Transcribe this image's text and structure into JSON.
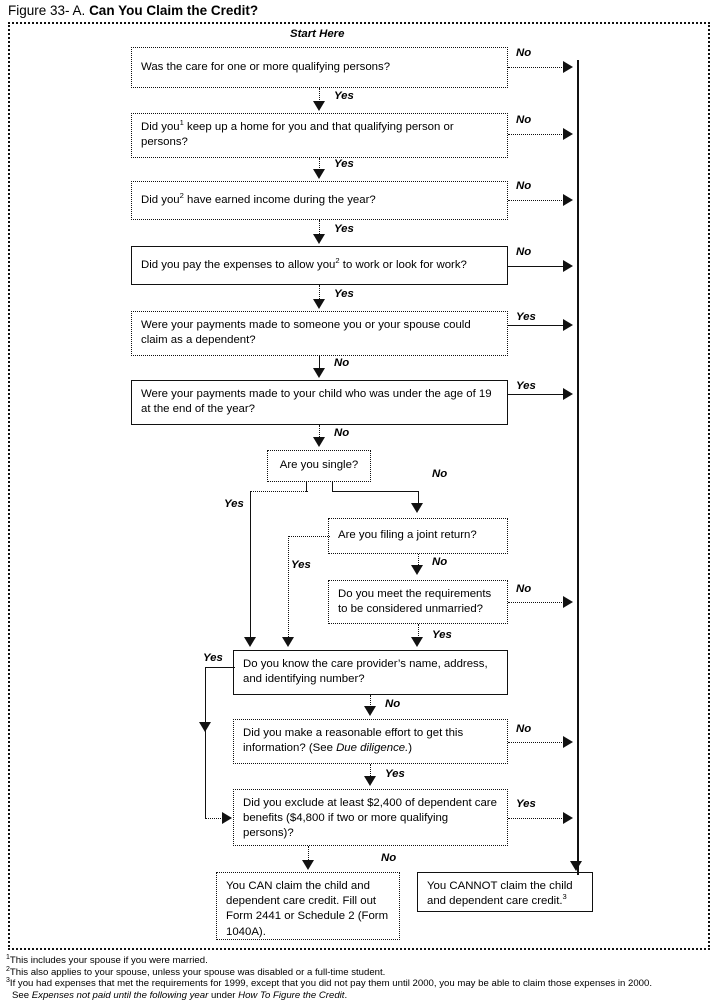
{
  "figure": {
    "label": "Figure 33- A.",
    "title": "Can You Claim the Credit?",
    "start_label": "Start Here"
  },
  "labels": {
    "yes": "Yes",
    "no": "No"
  },
  "nodes": {
    "q1": {
      "text": "Was the care for one or more qualifying persons?"
    },
    "q2": {
      "text_a": "Did you",
      "sup": "1",
      "text_b": " keep up a home for you and that qualifying person or persons?"
    },
    "q3": {
      "text_a": "Did you",
      "sup": "2",
      "text_b": " have earned income during the year?"
    },
    "q4": {
      "text_a": "Did you pay the expenses to allow you",
      "sup": "2",
      "text_b": " to work or look for work?"
    },
    "q5": {
      "text": "Were your payments made to someone you or your spouse could claim as a dependent?"
    },
    "q6": {
      "text": "Were your payments made to your child who was under the age of 19 at the end of the year?"
    },
    "q7": {
      "text": "Are you single?"
    },
    "q8": {
      "text": "Are you filing a joint return?"
    },
    "q9": {
      "text": "Do you meet the requirements to be considered unmarried?"
    },
    "q10": {
      "text": "Do you know the care provider’s name, address, and identifying number?"
    },
    "q11": {
      "text_a": "Did you make a reasonable effort to get this information? (See ",
      "italic": "Due diligence.",
      "text_b": ")"
    },
    "q12": {
      "text": "Did you exclude at least $2,400 of dependent care benefits ($4,800 if two or more qualifying persons)?"
    },
    "can": {
      "text": "You CAN claim the child and dependent care credit. Fill out Form 2441 or Schedule 2 (Form 1040A)."
    },
    "cannot": {
      "text_a": "You CANNOT claim the child and dependent care credit.",
      "sup": "3"
    }
  },
  "edges": {
    "e1_no": "No",
    "e1_yes": "Yes",
    "e2_no": "No",
    "e2_yes": "Yes",
    "e3_no": "No",
    "e3_yes": "Yes",
    "e4_no": "No",
    "e4_yes": "Yes",
    "e5_yes": "Yes",
    "e5_no": "No",
    "e6_yes": "Yes",
    "e6_no": "No",
    "e7_yes": "Yes",
    "e7_no": "No",
    "e8_yes": "Yes",
    "e8_no": "No",
    "e9_no": "No",
    "e9_yes": "Yes",
    "e10_yes": "Yes",
    "e10_no": "No",
    "e11_no": "No",
    "e11_yes": "Yes",
    "e12_yes": "Yes",
    "e12_no": "No"
  },
  "footnotes": [
    {
      "marker": "1",
      "text": "This includes your spouse if you were married."
    },
    {
      "marker": "2",
      "text": "This also applies to your spouse, unless your spouse was disabled or a full-time student."
    },
    {
      "marker": "3",
      "text": "If you had expenses that met the requirements for 1999, except that you did not pay them until 2000, you may be able to claim those expenses in 2000."
    }
  ],
  "footnote_continuation": {
    "lead": "See ",
    "italic1": "Expenses not paid until the following year",
    "mid": " under ",
    "italic2": "How To Figure the Credit",
    "tail": "."
  },
  "colors": {
    "ink": "#111111",
    "paper": "#ffffff"
  }
}
